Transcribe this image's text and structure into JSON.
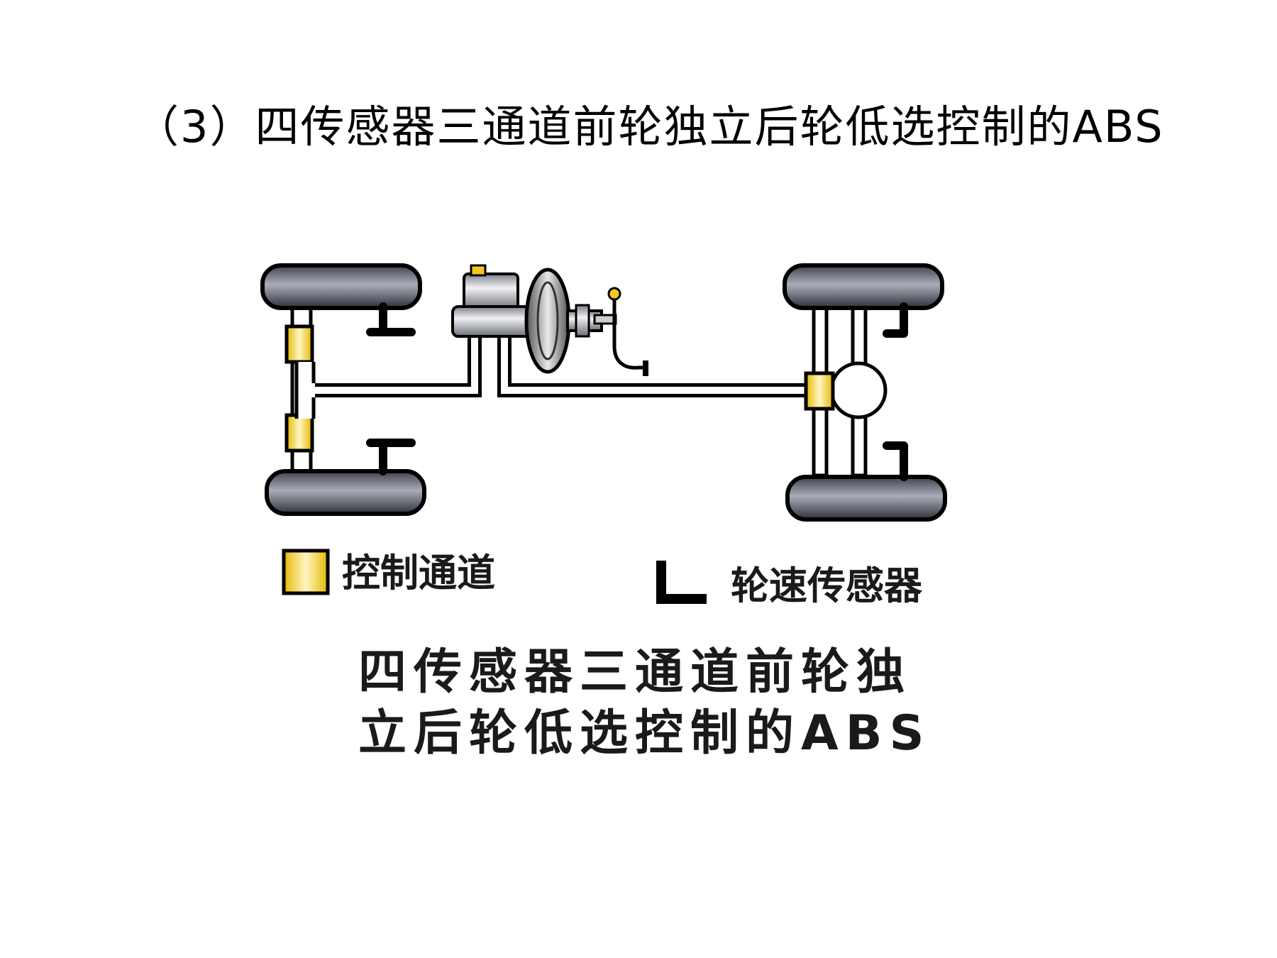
{
  "slide": {
    "title": "（3）四传感器三通道前轮独立后轮低选控制的ABS"
  },
  "legend": {
    "channel_label": "控制通道",
    "sensor_label": "轮速传感器"
  },
  "caption": {
    "line1": "四传感器三通道前轮独",
    "line2": "立后轮低选控制的ABS"
  },
  "colors": {
    "tire": "#5a5e6b",
    "tire_highlight": "#b4b8c4",
    "valve": "#f2c81e",
    "pipe_outline": "#000000",
    "pipe_fill": "#ffffff",
    "sensor": "#000000"
  }
}
